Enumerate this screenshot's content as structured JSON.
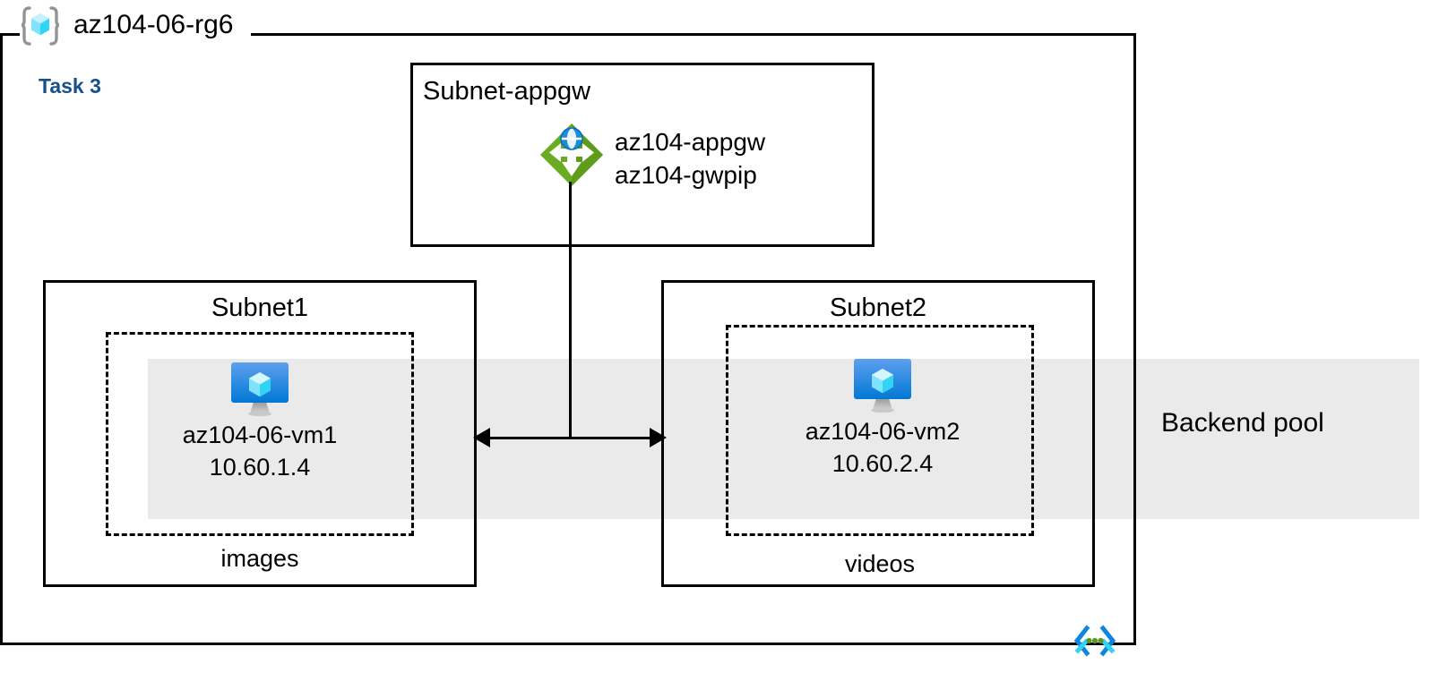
{
  "diagram": {
    "resource_group": {
      "name": "az104-06-rg6",
      "icon": "resource-group-icon"
    },
    "task_label": "Task 3",
    "backend_pool": {
      "label": "Backend pool",
      "band_color": "#eaeaea"
    },
    "appgw_subnet": {
      "title": "Subnet-appgw",
      "resources": {
        "icon": "application-gateway-icon",
        "line1": "az104-appgw",
        "line2": "az104-gwpip"
      }
    },
    "subnets": [
      {
        "title": "Subnet1",
        "asg_label": "images",
        "vm": {
          "icon": "virtual-machine-icon",
          "name": "az104-06-vm1",
          "ip": "10.60.1.4"
        }
      },
      {
        "title": "Subnet2",
        "asg_label": "videos",
        "vm": {
          "icon": "virtual-machine-icon",
          "name": "az104-06-vm2",
          "ip": "10.60.2.4"
        }
      }
    ],
    "vnet_icon": "virtual-network-icon",
    "colors": {
      "task_accent": "#17508a",
      "appgw_green": "#59a616",
      "vm_blue": "#0078d4",
      "cube_cyan": "#50e6ff",
      "vnet_blue": "#0078d4",
      "vnet_green": "#5e9624",
      "border_black": "#000000",
      "band_gray": "#eaeaea"
    }
  }
}
